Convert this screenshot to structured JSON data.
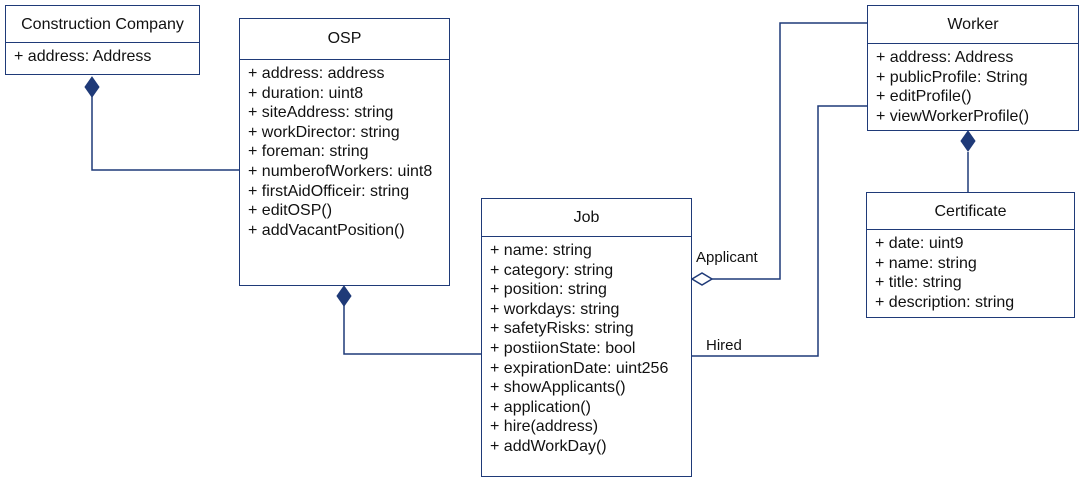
{
  "classes": {
    "construction_company": {
      "name": "Construction Company",
      "attributes": [
        "+ address: Address"
      ]
    },
    "osp": {
      "name": "OSP",
      "attributes": [
        "+ address: address",
        "+ duration: uint8",
        "+ siteAddress: string",
        "+ workDirector: string",
        "+ foreman: string",
        "+ numberofWorkers: uint8",
        "+ firstAidOfficeir: string",
        "+ editOSP()",
        "+ addVacantPosition()"
      ]
    },
    "job": {
      "name": "Job",
      "attributes": [
        "+ name: string",
        "+ category: string",
        "+ position: string",
        "+ workdays: string",
        "+ safetyRisks: string",
        "+ postiionState: bool",
        "+ expirationDate: uint256",
        "+ showApplicants()",
        "+ application()",
        "+ hire(address)",
        "+ addWorkDay()"
      ]
    },
    "worker": {
      "name": "Worker",
      "attributes": [
        "+ address: Address",
        "+ publicProfile: String",
        "+ editProfile()",
        "+ viewWorkerProfile()"
      ]
    },
    "certificate": {
      "name": "Certificate",
      "attributes": [
        "+ date: uint9",
        "+ name: string",
        "+ title: string",
        "+ description: string"
      ]
    }
  },
  "associations": {
    "applicant_label": "Applicant",
    "hired_label": "Hired"
  },
  "colors": {
    "line": "#1f3a78",
    "diamond_fill": "#1f3a78"
  }
}
